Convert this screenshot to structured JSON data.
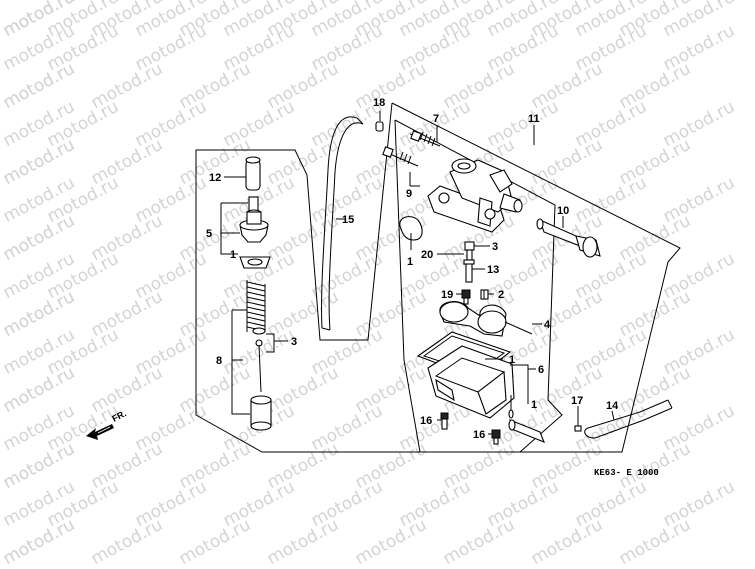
{
  "watermark": {
    "text": "motod.ru",
    "color": "#d4d4d4"
  },
  "callouts": [
    {
      "id": "c1a",
      "label": "1"
    },
    {
      "id": "c1b",
      "label": "1"
    },
    {
      "id": "c1c",
      "label": "1"
    },
    {
      "id": "c1d",
      "label": "1"
    },
    {
      "id": "c2",
      "label": "2"
    },
    {
      "id": "c3a",
      "label": "3"
    },
    {
      "id": "c3b",
      "label": "3"
    },
    {
      "id": "c4",
      "label": "4"
    },
    {
      "id": "c5",
      "label": "5"
    },
    {
      "id": "c6",
      "label": "6"
    },
    {
      "id": "c7",
      "label": "7"
    },
    {
      "id": "c8",
      "label": "8"
    },
    {
      "id": "c9",
      "label": "9"
    },
    {
      "id": "c10",
      "label": "10"
    },
    {
      "id": "c11",
      "label": "11"
    },
    {
      "id": "c12",
      "label": "12"
    },
    {
      "id": "c13",
      "label": "13"
    },
    {
      "id": "c14",
      "label": "14"
    },
    {
      "id": "c15",
      "label": "15"
    },
    {
      "id": "c16a",
      "label": "16"
    },
    {
      "id": "c16b",
      "label": "16"
    },
    {
      "id": "c17",
      "label": "17"
    },
    {
      "id": "c18",
      "label": "18"
    },
    {
      "id": "c19",
      "label": "19"
    },
    {
      "id": "c20",
      "label": "20"
    }
  ],
  "direction_label": "FR.",
  "diagram_code": "KE63- E 1000",
  "icons": [
    "front-direction-arrow-icon"
  ]
}
